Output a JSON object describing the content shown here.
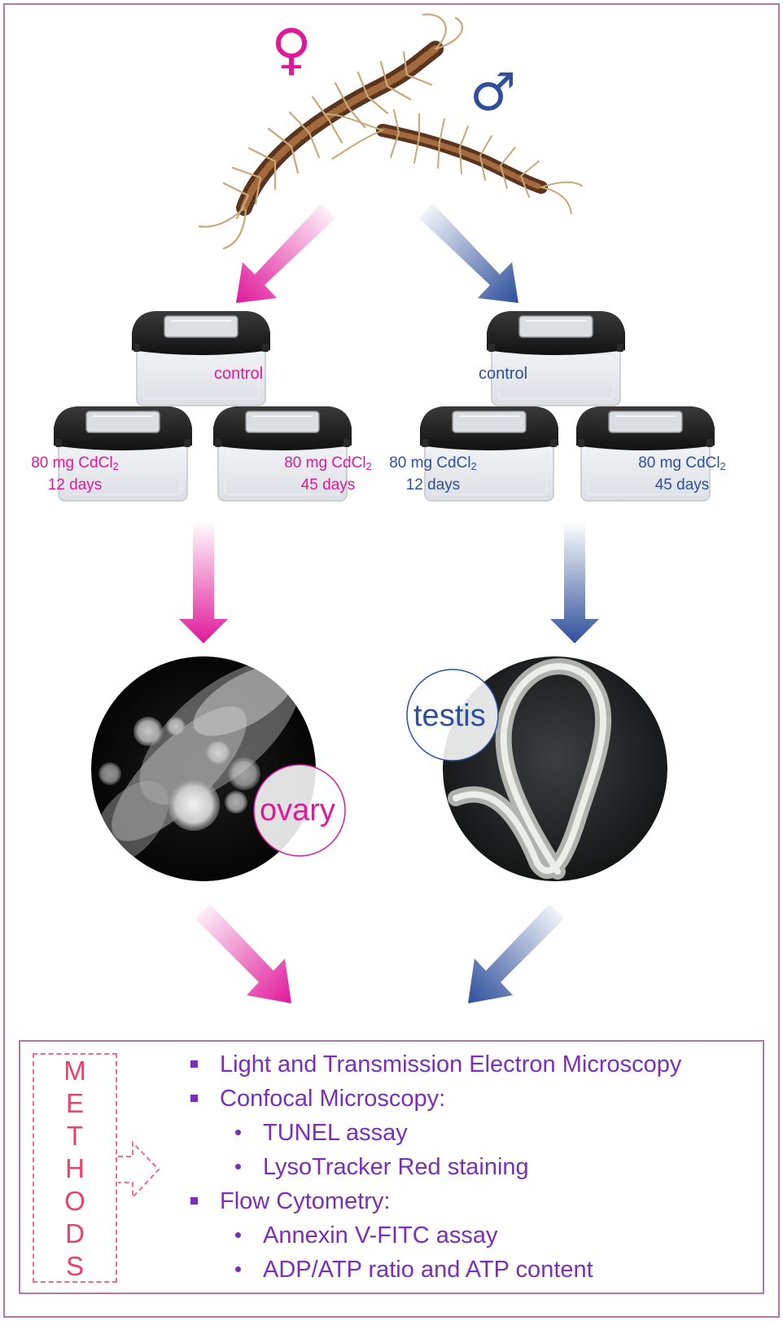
{
  "symbols": {
    "female": "♀",
    "male": "♂"
  },
  "female_branch": {
    "control_label": "control",
    "dose_12": {
      "amount": "80 mg CdCl",
      "subscript": "2",
      "duration": "12 days"
    },
    "dose_45": {
      "amount": "80 mg CdCl",
      "subscript": "2",
      "duration": "45 days"
    },
    "organ_label": "ovary"
  },
  "male_branch": {
    "control_label": "control",
    "dose_12": {
      "amount": "80 mg CdCl",
      "subscript": "2",
      "duration": "12 days"
    },
    "dose_45": {
      "amount": "80 mg CdCl",
      "subscript": "2",
      "duration": "45 days"
    },
    "organ_label": "testis"
  },
  "methods": {
    "letters": [
      "M",
      "E",
      "T",
      "H",
      "O",
      "D",
      "S"
    ],
    "items": [
      {
        "level": 1,
        "text": "Light and Transmission Electron Microscopy"
      },
      {
        "level": 1,
        "text": "Confocal Microscopy:"
      },
      {
        "level": 2,
        "text": "TUNEL assay"
      },
      {
        "level": 2,
        "text": "LysoTracker Red staining"
      },
      {
        "level": 1,
        "text": "Flow Cytometry:"
      },
      {
        "level": 2,
        "text": "Annexin V-FITC assay"
      },
      {
        "level": 2,
        "text": "ADP/ATP ratio and ATP content"
      }
    ]
  },
  "colors": {
    "female": "#e0189a",
    "male": "#2e4f9b",
    "methods_text": "#7a2fb8",
    "methods_letters": "#ec3f69",
    "frame": "#b07aa8"
  }
}
